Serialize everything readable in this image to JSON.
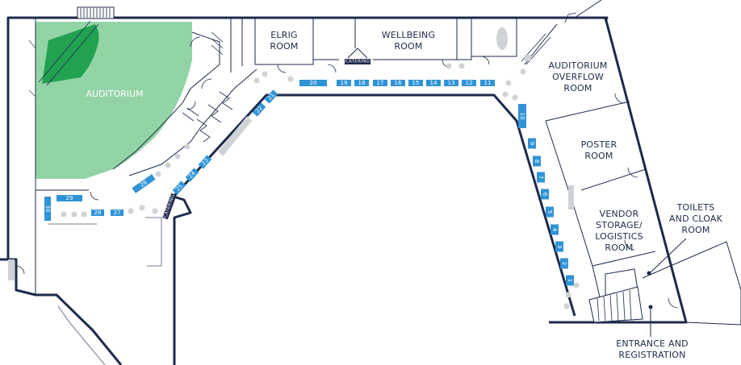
{
  "rooms": {
    "auditorium": "AUDITORIUM",
    "elrig_1": "ELRIG",
    "elrig_2": "ROOM",
    "wellbeing_1": "WELLBEING",
    "wellbeing_2": "ROOM",
    "overflow_1": "AUDITORIUM",
    "overflow_2": "OVERFLOW",
    "overflow_3": "ROOM",
    "poster_1": "POSTER",
    "poster_2": "ROOM",
    "vendor_1": "VENDOR",
    "vendor_2": "STORAGE/",
    "vendor_3": "LOGISTICS",
    "vendor_4": "ROOM",
    "toilets_1": "TOILETS",
    "toilets_2": "AND CLOAK",
    "toilets_3": "ROOM",
    "entrance_1": "ENTRANCE AND",
    "entrance_2": "REGISTRATION"
  },
  "catering_label": "CATERING",
  "booths": [
    {
      "id": "1",
      "label": "1"
    },
    {
      "id": "2",
      "label": "2"
    },
    {
      "id": "3",
      "label": "3"
    },
    {
      "id": "4",
      "label": "4"
    },
    {
      "id": "5",
      "label": "5"
    },
    {
      "id": "6",
      "label": "6"
    },
    {
      "id": "7",
      "label": "7"
    },
    {
      "id": "8",
      "label": "8"
    },
    {
      "id": "9",
      "label": "9"
    },
    {
      "id": "10",
      "label": "10"
    },
    {
      "id": "11",
      "label": "11"
    },
    {
      "id": "12",
      "label": "12"
    },
    {
      "id": "13",
      "label": "13"
    },
    {
      "id": "14",
      "label": "14"
    },
    {
      "id": "15",
      "label": "15"
    },
    {
      "id": "16",
      "label": "16"
    },
    {
      "id": "17",
      "label": "17"
    },
    {
      "id": "18",
      "label": "18"
    },
    {
      "id": "19",
      "label": "19"
    },
    {
      "id": "20",
      "label": "20"
    },
    {
      "id": "21",
      "label": "21"
    },
    {
      "id": "22",
      "label": "22"
    },
    {
      "id": "23",
      "label": "23"
    },
    {
      "id": "24",
      "label": "24"
    },
    {
      "id": "25",
      "label": "25"
    },
    {
      "id": "26",
      "label": "26"
    },
    {
      "id": "27",
      "label": "27"
    },
    {
      "id": "28",
      "label": "28"
    },
    {
      "id": "29",
      "label": "29"
    },
    {
      "id": "30",
      "label": "30"
    }
  ],
  "colors": {
    "wall": "#1d2a4a",
    "booth": "#2f93d6",
    "auditorium_light": "#92d4a6",
    "auditorium_dark": "#22a251",
    "catering_bg": "#1d2a4a",
    "aisle_dot": "#cfd2d6"
  }
}
